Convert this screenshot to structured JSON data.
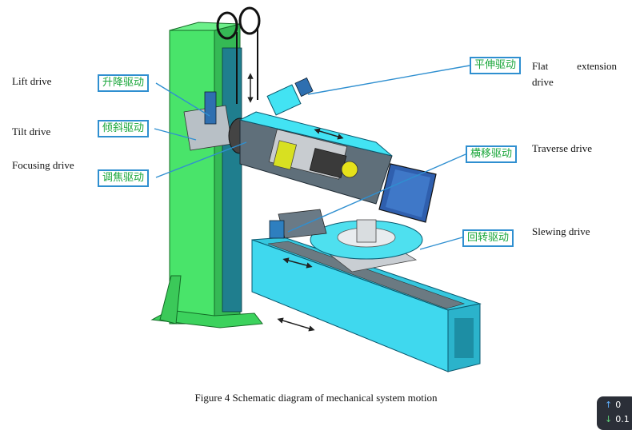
{
  "labels_en": {
    "lift": "Lift drive",
    "tilt": "Tilt drive",
    "focusing": "Focusing drive",
    "flat_extension": "Flat extension",
    "flat_extension_line2": "drive",
    "traverse": "Traverse drive",
    "slewing": "Slewing drive"
  },
  "labels_cn": {
    "lift": "升降驱动",
    "tilt": "倾斜驱动",
    "focusing": "调焦驱动",
    "flat_extension": "平伸驱动",
    "traverse": "横移驱动",
    "slewing": "回转驱动"
  },
  "caption": "Figure 4 Schematic diagram of mechanical system motion",
  "net_widget": {
    "up": "0",
    "down": "0.1"
  },
  "colors": {
    "column": "#49e46a",
    "base": "#3fd8ee",
    "label_border": "#2f8fd0",
    "label_text": "#1aa63a"
  }
}
